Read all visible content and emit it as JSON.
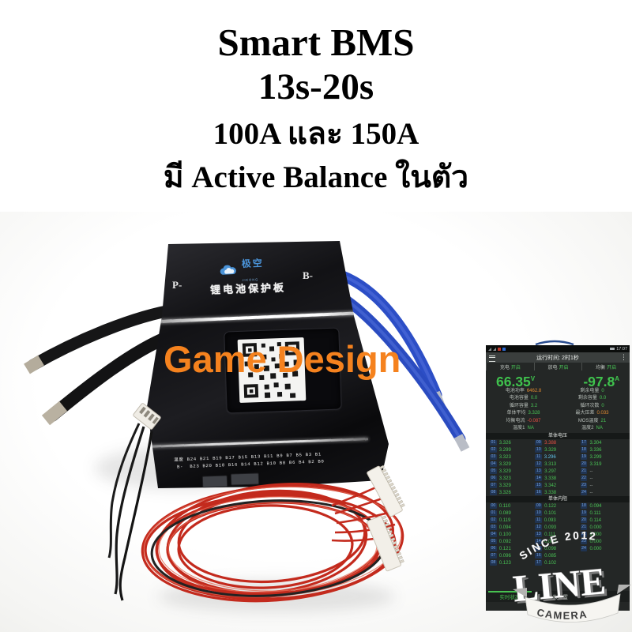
{
  "title_block": {
    "line1": "Smart BMS",
    "line2": "13s-20s",
    "line3": "100A และ 150A",
    "line4": "มี Active Balance ในตัว"
  },
  "watermarks": {
    "game_design": "Game Design",
    "since": "SINCE 2012",
    "line": "LINE",
    "camera": "CAMERA"
  },
  "board": {
    "brand": "极空",
    "brand_sub": "JIKONG",
    "product_label": "锂电池保护板",
    "terminal_p": "P-",
    "terminal_b": "B-",
    "pin_row_top": "温度 B24 B21 B19 B17 B15 B13 B11 B9 B7 B5 B3 B1",
    "pin_row_bottom": "B-  B23 B20 B18 B16 B14 B12 B10 B8 B6 B4 B2 B0"
  },
  "phone": {
    "status_time": "17:07",
    "title": "运行时间: 2时1秒",
    "toggles": [
      {
        "label": "充电",
        "value": "开启"
      },
      {
        "label": "放电",
        "value": "开启"
      },
      {
        "label": "均衡",
        "value": "开启"
      }
    ],
    "pack_voltage": "66.35",
    "pack_voltage_unit": "V",
    "pack_current": "-97.8",
    "pack_current_unit": "A",
    "params": [
      {
        "l": "电池功率",
        "v": "6462.8",
        "c": "orange"
      },
      {
        "l": "剩余电量",
        "v": "0",
        "c": "green"
      },
      {
        "l": "电池容量",
        "v": "0.0",
        "c": "green"
      },
      {
        "l": "剩余容量",
        "v": "0.0",
        "c": "green"
      },
      {
        "l": "循环容量",
        "v": "3.2",
        "c": "green"
      },
      {
        "l": "循环次数",
        "v": "0",
        "c": "green"
      },
      {
        "l": "单体平均",
        "v": "3.328",
        "c": "green"
      },
      {
        "l": "最大压差",
        "v": "0.033",
        "c": "orange"
      },
      {
        "l": "均衡电流",
        "v": "-0.087",
        "c": "red"
      },
      {
        "l": "MOS温度",
        "v": "21",
        "c": "green"
      },
      {
        "l": "温度1",
        "v": "NA",
        "c": "green"
      },
      {
        "l": "温度2",
        "v": "NA",
        "c": "green"
      }
    ],
    "section_cell_voltage": "单体电压",
    "cells": [
      {
        "i": "01",
        "v": "3.326",
        "c": "green"
      },
      {
        "i": "02",
        "v": "3.299",
        "c": "green"
      },
      {
        "i": "03",
        "v": "3.323",
        "c": "green"
      },
      {
        "i": "04",
        "v": "3.329",
        "c": "green"
      },
      {
        "i": "05",
        "v": "3.329",
        "c": "green"
      },
      {
        "i": "06",
        "v": "3.323",
        "c": "green"
      },
      {
        "i": "07",
        "v": "3.329",
        "c": "green"
      },
      {
        "i": "08",
        "v": "3.326",
        "c": "green"
      },
      {
        "i": "09",
        "v": "3.388",
        "c": "red"
      },
      {
        "i": "10",
        "v": "3.329",
        "c": "green"
      },
      {
        "i": "11",
        "v": "3.296",
        "c": "blue"
      },
      {
        "i": "12",
        "v": "3.313",
        "c": "green"
      },
      {
        "i": "13",
        "v": "3.297",
        "c": "green"
      },
      {
        "i": "14",
        "v": "3.338",
        "c": "green"
      },
      {
        "i": "15",
        "v": "3.342",
        "c": "green"
      },
      {
        "i": "16",
        "v": "3.338",
        "c": "green"
      },
      {
        "i": "17",
        "v": "3.304",
        "c": "green"
      },
      {
        "i": "18",
        "v": "3.336",
        "c": "green"
      },
      {
        "i": "19",
        "v": "3.299",
        "c": "green"
      },
      {
        "i": "20",
        "v": "3.319",
        "c": "green"
      },
      {
        "i": "21",
        "v": "--",
        "c": "gray"
      },
      {
        "i": "22",
        "v": "--",
        "c": "gray"
      },
      {
        "i": "23",
        "v": "--",
        "c": "gray"
      },
      {
        "i": "24",
        "v": "--",
        "c": "gray"
      }
    ],
    "section_resistance": "单体内阻",
    "resistances": [
      {
        "i": "00",
        "v": "0.110",
        "c": "green"
      },
      {
        "i": "01",
        "v": "0.089",
        "c": "green"
      },
      {
        "i": "02",
        "v": "0.119",
        "c": "green"
      },
      {
        "i": "03",
        "v": "0.094",
        "c": "green"
      },
      {
        "i": "04",
        "v": "0.100",
        "c": "green"
      },
      {
        "i": "05",
        "v": "0.092",
        "c": "green"
      },
      {
        "i": "06",
        "v": "0.121",
        "c": "green"
      },
      {
        "i": "07",
        "v": "0.096",
        "c": "green"
      },
      {
        "i": "08",
        "v": "0.123",
        "c": "green"
      },
      {
        "i": "09",
        "v": "0.122",
        "c": "green"
      },
      {
        "i": "10",
        "v": "0.101",
        "c": "green"
      },
      {
        "i": "11",
        "v": "0.093",
        "c": "green"
      },
      {
        "i": "12",
        "v": "0.093",
        "c": "green"
      },
      {
        "i": "13",
        "v": "0.111",
        "c": "green"
      },
      {
        "i": "14",
        "v": "0.081",
        "c": "green"
      },
      {
        "i": "15",
        "v": "0.098",
        "c": "green"
      },
      {
        "i": "16",
        "v": "0.085",
        "c": "green"
      },
      {
        "i": "17",
        "v": "0.102",
        "c": "green"
      },
      {
        "i": "18",
        "v": "0.094",
        "c": "green"
      },
      {
        "i": "19",
        "v": "0.111",
        "c": "green"
      },
      {
        "i": "20",
        "v": "0.114",
        "c": "green"
      },
      {
        "i": "21",
        "v": "0.000",
        "c": "green"
      },
      {
        "i": "22",
        "v": "0.000",
        "c": "green"
      },
      {
        "i": "23",
        "v": "0.000",
        "c": "green"
      },
      {
        "i": "24",
        "v": "0.000",
        "c": "green"
      }
    ],
    "tabs": [
      {
        "label": "实时状态",
        "cls": "active"
      },
      {
        "label": "参数设置",
        "cls": ""
      }
    ]
  },
  "colors": {
    "value_green": "#49c455",
    "warn_orange": "#e0892f",
    "alert_red": "#e85043",
    "min_cell_blue": "#61c2ea",
    "watermark_orange": "#f5821e",
    "wire_blue": "#2c4ec6",
    "wire_red": "#c32a1d"
  }
}
